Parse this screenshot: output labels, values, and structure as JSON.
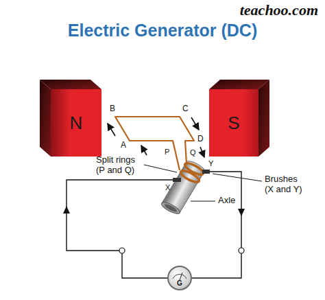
{
  "diagram": {
    "title": "Electric Generator (DC)",
    "nodes": [
      {
        "text": [
          "N"
        ]
      },
      {
        "text": [
          "S"
        ]
      },
      {
        "text": [
          "G"
        ]
      }
    ],
    "labels": [
      "teachoo.com",
      "B",
      "C",
      "A",
      "D",
      "Split rings (P and Q)",
      "P",
      "Q",
      "X",
      "Y",
      "Brushes (X and Y)",
      "Axle"
    ]
  }
}
